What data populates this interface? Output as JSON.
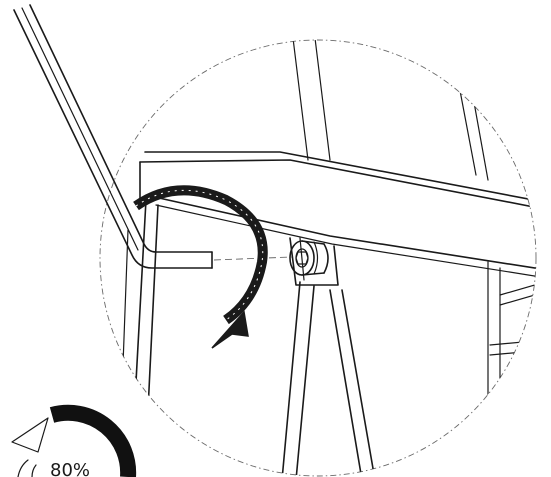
{
  "diagram": {
    "torque_indicator": {
      "label": "80%",
      "level_percent": 80,
      "icon": "torque-gauge-icon"
    },
    "tool": "hex-key-icon",
    "fastener": "socket-cap-screw-icon",
    "rotation": "clockwise-rotation-arrow-icon",
    "detail_view": "magnified-detail-circle"
  }
}
